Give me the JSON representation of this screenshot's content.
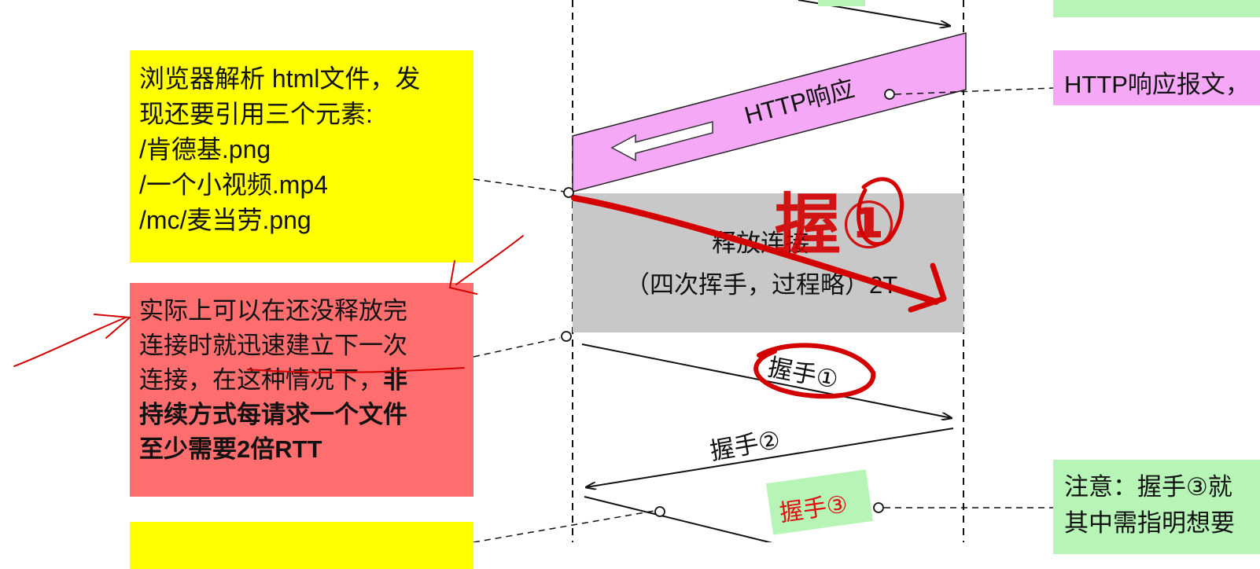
{
  "notes": {
    "browser_parse": {
      "lines": [
        "浏览器解析 html文件，发",
        "现还要引用三个元素:",
        "/肯德基.png",
        "/一个小视频.mp4",
        "/mc/麦当劳.png"
      ]
    },
    "fast_connect": {
      "lines": [
        "实际上可以在还没释放完",
        "连接时就迅速建立下一次",
        "连接，在这种情况下，"
      ],
      "bold_inline": "非",
      "bold_lines": [
        "持续方式每请求一个文件",
        "至少需要2倍RTT"
      ]
    },
    "http_response": {
      "text": "HTTP响应报文，"
    },
    "attention": {
      "lines": [
        "注意：握手③就",
        "其中需指明想要"
      ]
    }
  },
  "diagram": {
    "http_response_label": "HTTP响应",
    "release_line1": "释放连接",
    "release_line2": "（四次挥手，过程略）2T",
    "handshake1": "握手①",
    "handshake2": "握手②",
    "handshake3": "握手③",
    "handwritten": "握①"
  },
  "colors": {
    "yellow": "#ffff00",
    "red_note": "#ff6e6e",
    "pink": "#f5a8f5",
    "green": "#b6f5b6",
    "gray_band": "#c8c8c8",
    "ink_red": "#d40000"
  }
}
